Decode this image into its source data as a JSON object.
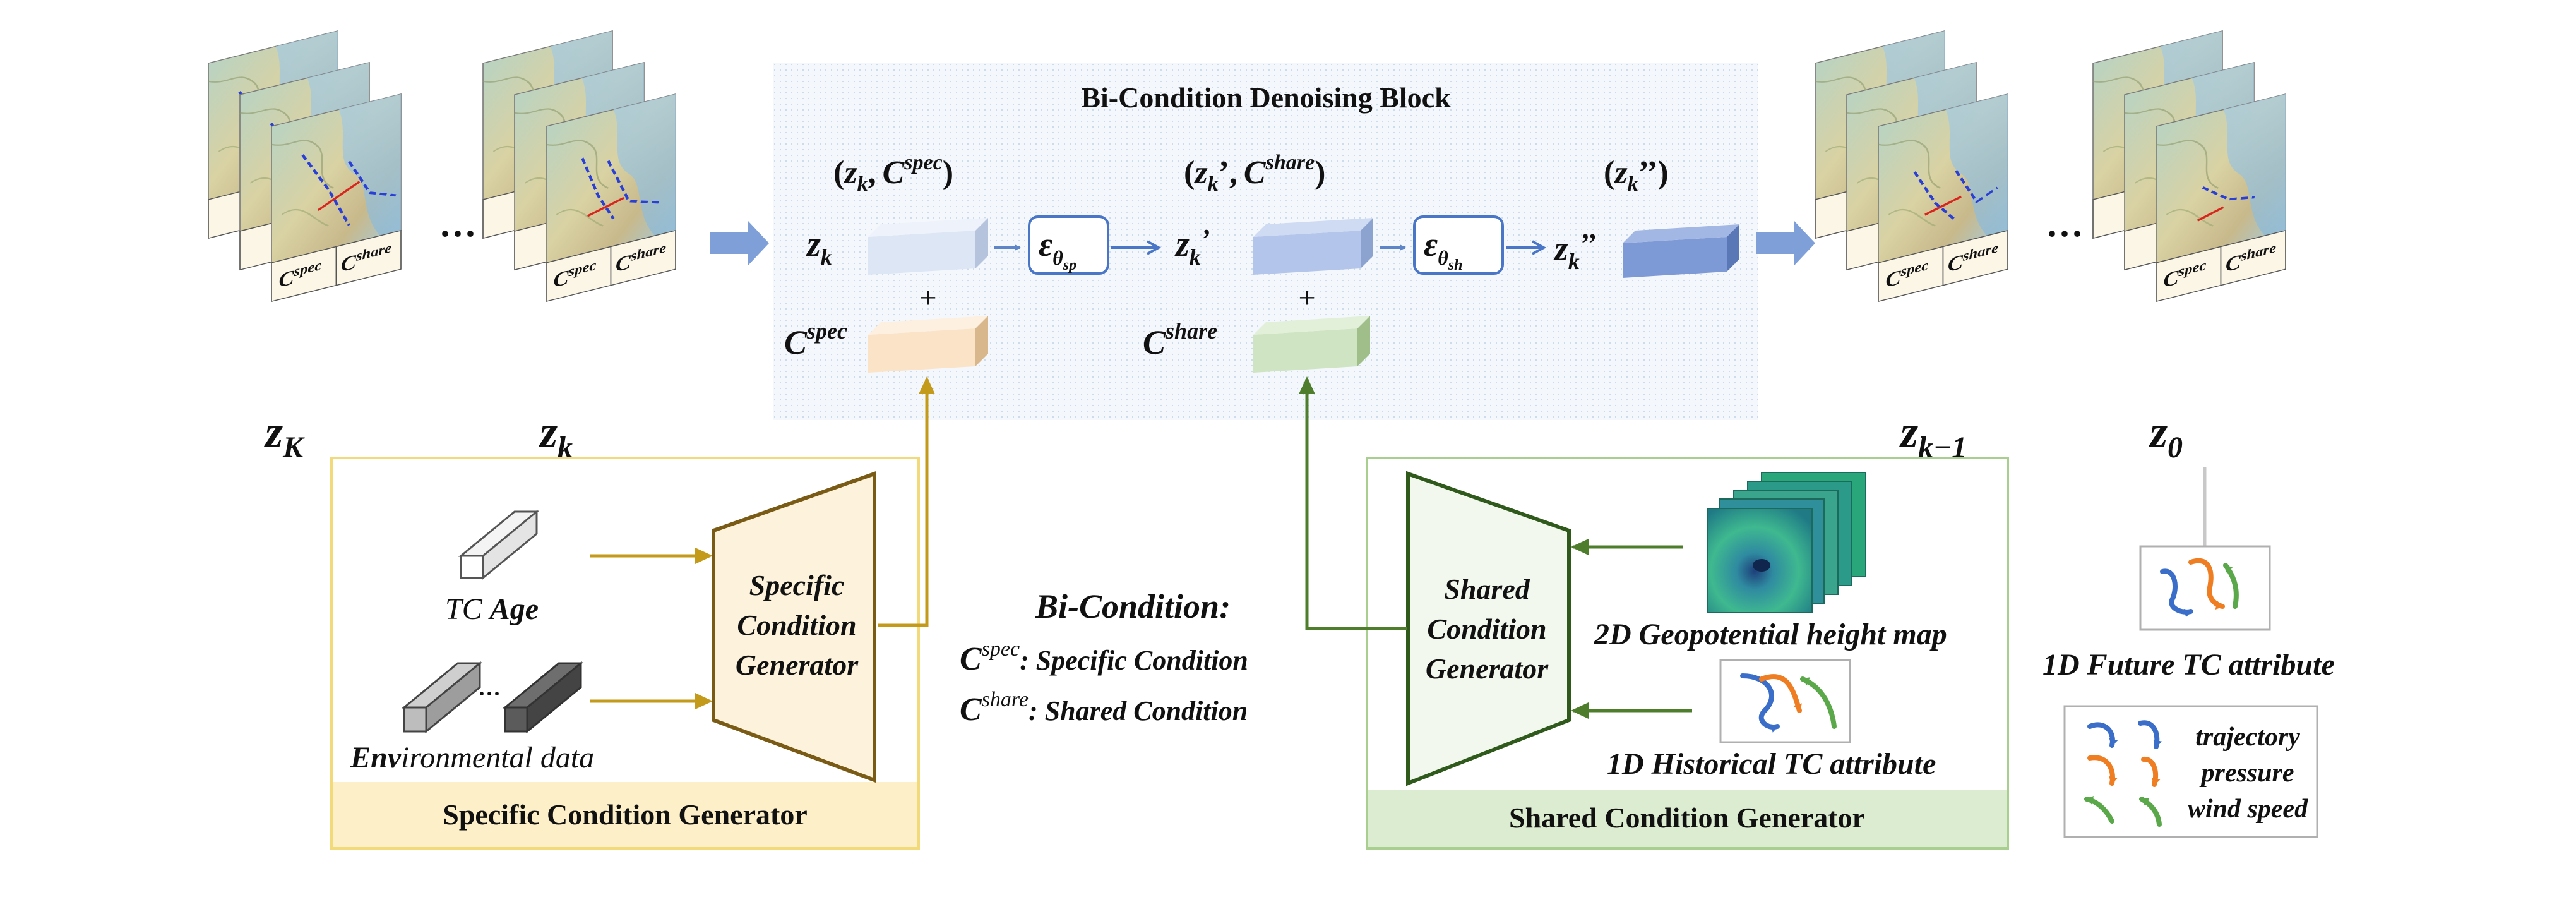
{
  "block": {
    "title": "Bi-Condition Denoising Block",
    "pair1_open": "(",
    "pair1_z": "z",
    "pair1_zsub": "k",
    "pair1_comma": ",",
    "pair1_c": "C",
    "pair1_csup": "spec",
    "pair1_close": ")",
    "pair2_z": "z",
    "pair2_zsub": "k",
    "pair2_prime": "’",
    "pair2_c": "C",
    "pair2_csup": "share",
    "pair3_z": "z",
    "pair3_zsub": "k",
    "pair3_prime": "’’",
    "in_z": "z",
    "in_zsub": "k",
    "mid_z": "z",
    "mid_zsub": "k",
    "mid_prime": "’",
    "out_z": "z",
    "out_zsub": "k",
    "out_prime": "’’",
    "plus1": "+",
    "plus2": "+",
    "c_spec": "C",
    "c_spec_sup": "spec",
    "c_share": "C",
    "c_share_sup": "share",
    "eps": "ε",
    "theta": "θ",
    "eps1_sub": "sp",
    "eps2_sub": "sh"
  },
  "stacks": [
    {
      "label": "z",
      "sub": "K",
      "c1": "C",
      "c1sup": "spec",
      "c2": "C",
      "c2sup": "share"
    },
    {
      "label": "z",
      "sub": "k",
      "c1": "C",
      "c1sup": "spec",
      "c2": "C",
      "c2sup": "share"
    },
    {
      "label": "z",
      "sub": "k−1",
      "c1": "C",
      "c1sup": "spec",
      "c2": "C",
      "c2sup": "share"
    },
    {
      "label": "z",
      "sub": "0",
      "c1": "C",
      "c1sup": "spec",
      "c2": "C",
      "c2sup": "share"
    }
  ],
  "ellipsis": "···",
  "specific": {
    "tc_age_a": "TC ",
    "tc_age_b": "Age",
    "env_a": "Env",
    "env_b": "ironmental data",
    "dots": "···",
    "gen_lines": [
      "Specific",
      "Condition",
      "Generator"
    ],
    "footer": "Specific Condition Generator"
  },
  "shared": {
    "gen_lines": [
      "Shared",
      "Condition",
      "Generator"
    ],
    "geo_a": "2D",
    "geo_b": " Geopotential height map",
    "hist_a": "1D",
    "hist_b": " Historical TC attribute",
    "footer": "Shared Condition Generator"
  },
  "legend_center": {
    "title": "Bi-Condition:",
    "spec_c": "C",
    "spec_sup": "spec",
    "spec_text": ": Specific Condition",
    "share_c": "C",
    "share_sup": "share",
    "share_text": ": Shared Condition"
  },
  "right": {
    "future_a": "1D",
    "future_b": " Future TC attribute",
    "legend_items": [
      "trajectory",
      "pressure",
      "wind speed"
    ]
  },
  "colors": {
    "specific_gold": "#c49a1a",
    "shared_green": "#4e7d2b",
    "arrow_blue": "#6a8fd0",
    "traj_blue": "#2a3fd6",
    "traj_red": "#d8261e",
    "attr_blue": "#3b6ec8",
    "attr_orange": "#ef7d22",
    "attr_green": "#5ba84a"
  },
  "icons": [
    "map-stack-icon",
    "cuboid-icon",
    "arrow-icon",
    "trapezoid-generator-icon",
    "curve-arrows-icon",
    "heatmap-stack-icon"
  ]
}
